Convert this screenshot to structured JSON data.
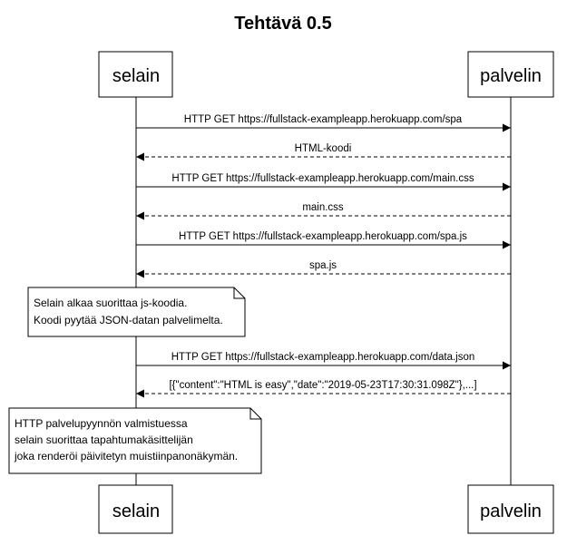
{
  "title": "Tehtävä 0.5",
  "participants": [
    {
      "id": "selain",
      "label": "selain"
    },
    {
      "id": "palvelin",
      "label": "palvelin"
    }
  ],
  "messages": [
    {
      "from": "selain",
      "to": "palvelin",
      "style": "solid",
      "label": "HTTP GET https://fullstack-exampleapp.herokuapp.com/spa"
    },
    {
      "from": "palvelin",
      "to": "selain",
      "style": "dashed",
      "label": "HTML-koodi"
    },
    {
      "from": "selain",
      "to": "palvelin",
      "style": "solid",
      "label": "HTTP GET https://fullstack-exampleapp.herokuapp.com/main.css"
    },
    {
      "from": "palvelin",
      "to": "selain",
      "style": "dashed",
      "label": "main.css"
    },
    {
      "from": "selain",
      "to": "palvelin",
      "style": "solid",
      "label": "HTTP GET https://fullstack-exampleapp.herokuapp.com/spa.js"
    },
    {
      "from": "palvelin",
      "to": "selain",
      "style": "dashed",
      "label": "spa.js"
    },
    {
      "from": "selain",
      "to": "palvelin",
      "style": "solid",
      "label": "HTTP GET https://fullstack-exampleapp.herokuapp.com/data.json"
    },
    {
      "from": "palvelin",
      "to": "selain",
      "style": "dashed",
      "label": "[{\"content\":\"HTML is easy\",\"date\":\"2019-05-23T17:30:31.098Z\"},...]"
    }
  ],
  "notes": [
    {
      "over": "selain",
      "lines": [
        "Selain alkaa suorittaa js-koodia.",
        "Koodi pyytää JSON-datan palvelimelta."
      ]
    },
    {
      "over": "selain",
      "lines": [
        "HTTP palvelupyynnön valmistuessa",
        "selain suorittaa tapahtumakäsittelijän",
        "joka renderöi päivitetyn muistiinpanonäkymän."
      ]
    }
  ]
}
